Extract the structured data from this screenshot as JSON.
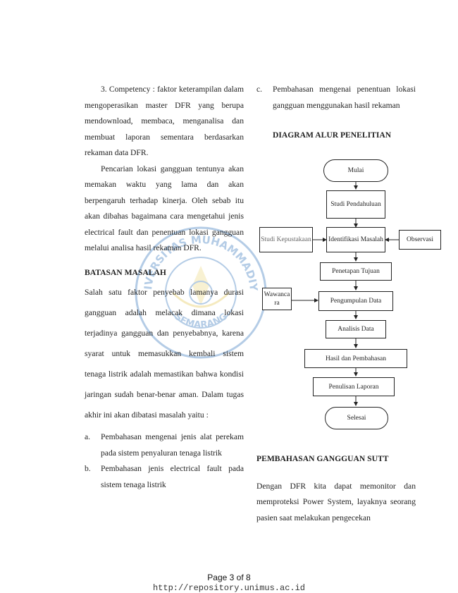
{
  "left": {
    "para1": "3. Competency : faktor keterampilan dalam mengoperasikan master DFR yang berupa mendownload, membaca, menganalisa dan membuat laporan sementara berdasarkan rekaman data DFR.",
    "para2": "Pencarian lokasi gangguan tentunya akan memakan waktu yang lama dan akan berpengaruh terhadap kinerja. Oleh sebab itu akan dibahas bagaimana cara mengetahui jenis electrical fault dan penentuan lokasi gangguan melalui analisa hasil rekaman DFR.",
    "heading": "BATASAN MASALAH",
    "para3": "Salah satu faktor penyebab lamanya durasi gangguan adalah melacak dimana lokasi terjadinya gangguan dan penyebabnya, karena syarat untuk memasukkan kembali sistem tenaga listrik adalah memastikan bahwa kondisi jaringan sudah benar-benar aman. Dalam tugas akhir ini akan dibatasi masalah yaitu :",
    "list": [
      {
        "marker": "a.",
        "text": "Pembahasan mengenai jenis alat perekam pada sistem penyaluran tenaga listrik"
      },
      {
        "marker": "b.",
        "text": "Pembahasan  jenis electrical fault pada sistem tenaga listrik"
      }
    ]
  },
  "right": {
    "item_c": {
      "marker": "c.",
      "text": "Pembahasan mengenai penentuan lokasi gangguan menggunakan hasil rekaman"
    },
    "diagram_heading": "DIAGRAM ALUR PENELITIAN",
    "heading2": "PEMBAHASAN GANGGUAN SUTT",
    "para": "Dengan DFR kita dapat memonitor dan memproteksi Power System, layaknya seorang pasien saat melakukan pengecekan"
  },
  "flow": {
    "mulai": "Mulai",
    "studi": "Studi Pendahuluan",
    "identifikasi": "Identifikasi Masalah",
    "kepustakaan": "Studi Kepustakaan",
    "observasi": "Observasi",
    "tujuan": "Penetapan Tujuan",
    "wawancara": "Wawanca ra",
    "pengumpulan": "Pengumpulan Data",
    "analisis": "Analisis Data",
    "hasil": "Hasil dan Pembahasan",
    "penulisan": "Penulisan Laporan",
    "selesai": "Selesai"
  },
  "watermark": {
    "top_text": "UNIVERSITAS MUHAMMADIYAH",
    "bottom_text": "SEMARANG"
  },
  "footer": {
    "page": "Page 3 of 8",
    "url": "http://repository.unimus.ac.id"
  }
}
